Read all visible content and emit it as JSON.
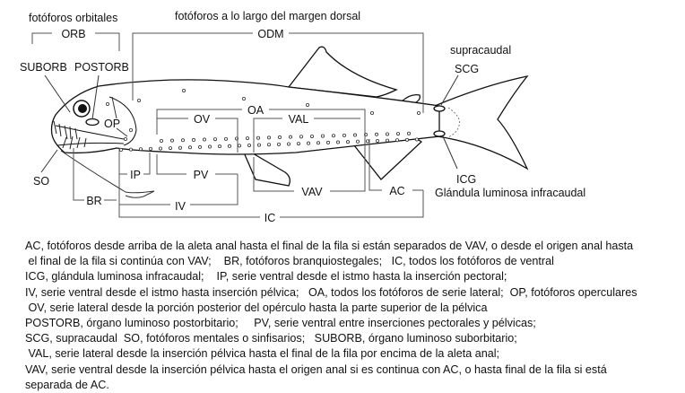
{
  "diagram": {
    "headings": {
      "orbital": "fotóforos orbitales",
      "dorsal": "fotóforos a lo largo del margen dorsal",
      "supracaudal": "supracaudal",
      "infracaudal": "Glándula luminosa infracaudal"
    },
    "labels": {
      "ORB": "ORB",
      "ODM": "ODM",
      "SUBORB": "SUBORB",
      "POSTORB": "POSTORB",
      "OP": "OP",
      "OA": "OA",
      "OV": "OV",
      "VAL": "VAL",
      "SO": "SO",
      "IP": "IP",
      "PV": "PV",
      "VAV": "VAV",
      "AC": "AC",
      "BR": "BR",
      "IV": "IV",
      "IC": "IC",
      "SCG": "SCG",
      "ICG": "ICG"
    }
  },
  "caption": [
    "AC, fotóforos desde arriba de la aleta anal hasta el final de la fila si están separados de VAV, o desde el origen anal hasta",
    " el final de la fila si continúa con VAV;    BR, fotóforos branquiostegales;   IC, todos los fotóforos de ventral",
    "ICG, glándula luminosa infracaudal;    IP, serie ventral desde el istmo hasta la inserción pectoral;",
    "IV, serie ventral desde el istmo hasta inserción pélvica;   OA, todos los fotóforos de serie lateral;  OP, fotóforos operculares",
    " OV, serie lateral desde la porción posterior del opérculo hasta la parte superior de la pélvica",
    "POSTORB, órgano luminoso postorbitario;     PV, serie ventral entre inserciones pectorales y pélvicas;",
    "SCG, supracaudal  SO, fotóforos mentales o sinfisarios;   SUBORB, órgano luminoso suborbitario;",
    " VAL, serie lateral desde la inserción pélvica hasta el final de la fila por encima de la aleta anal;",
    "VAV, serie ventral desde la inserción pélvica hasta el origen anal si es continua con AC, o hasta final de la fila si está",
    "separada de AC."
  ]
}
